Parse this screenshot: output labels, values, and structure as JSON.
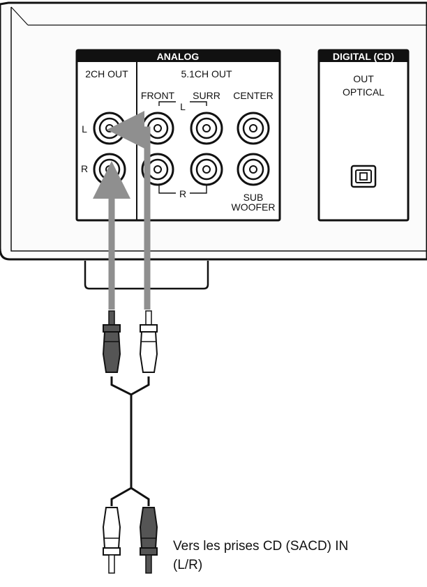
{
  "device": {
    "analog_header": "ANALOG",
    "digital_header": "DIGITAL (CD)",
    "ch2_out": "2CH OUT",
    "ch51_out": "5.1CH OUT",
    "front": "FRONT",
    "surr": "SURR",
    "center": "CENTER",
    "left_marker": "L",
    "right_marker": "R",
    "jack_l": "L",
    "jack_r": "R",
    "sub_line1": "SUB",
    "sub_line2": "WOOFER",
    "out": "OUT",
    "optical": "OPTICAL"
  },
  "caption": {
    "line1": "Vers les prises CD (SACD) IN",
    "line2": "(L/R)"
  },
  "colors": {
    "outline": "#111111",
    "arrow": "#8f8f8f",
    "plug_dark": "#555555",
    "plug_light": "#ffffff",
    "panel": "#ffffff",
    "header": "#111111"
  },
  "icons": [
    "rca-jack-icon",
    "optical-port-icon",
    "rca-plug-icon",
    "arrow-icon"
  ]
}
